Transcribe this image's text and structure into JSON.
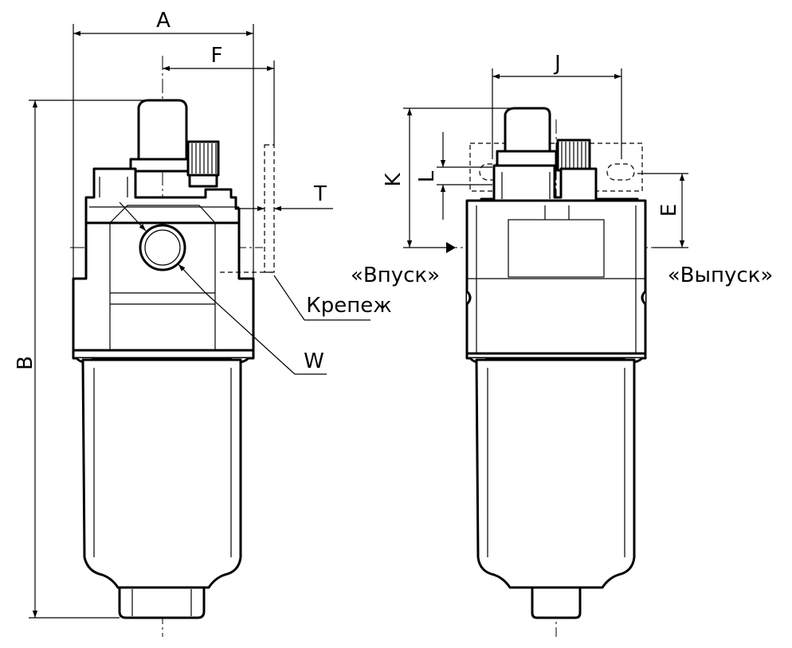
{
  "dimensions": {
    "A": "A",
    "B": "B",
    "F": "F",
    "T": "T",
    "W": "W",
    "J": "J",
    "K": "K",
    "L": "L",
    "E": "E"
  },
  "labels": {
    "mount": "Крепеж",
    "inlet": "«Впуск»",
    "outlet": "«Выпуск»"
  }
}
